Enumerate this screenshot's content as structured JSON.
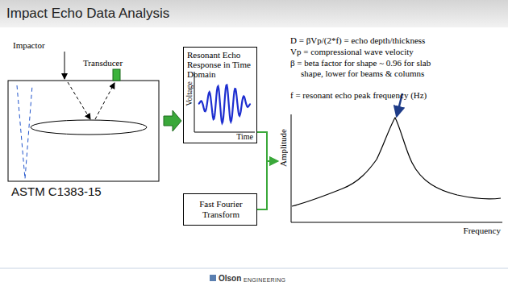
{
  "diagram": {
    "title": "Impact Echo Data Analysis",
    "nodes": [
      {
        "text": [
          "Resonant Echo Response in Time Domain",
          "Voltage",
          "Time"
        ]
      },
      {
        "text": [
          "Fast Fourier Transform"
        ]
      },
      {
        "text": [
          "Amplitude",
          "Frequency"
        ]
      }
    ],
    "edges": [
      {
        "from": 0,
        "to": 2,
        "arrow": "to"
      },
      {
        "from": 1,
        "to": 2,
        "arrow": "to"
      }
    ],
    "labels": [
      "Impactor",
      "Transducer",
      "D = βVp/(2*f) = echo depth/thickness",
      "Vp = compressional wave velocity",
      "β = beta factor for shape ~ 0.96 for slab shape, lower for beams & columns",
      "f = resonant echo peak frequency (Hz)",
      "ASTM C1383-15",
      "Olson",
      "ENGINEERING"
    ]
  }
}
